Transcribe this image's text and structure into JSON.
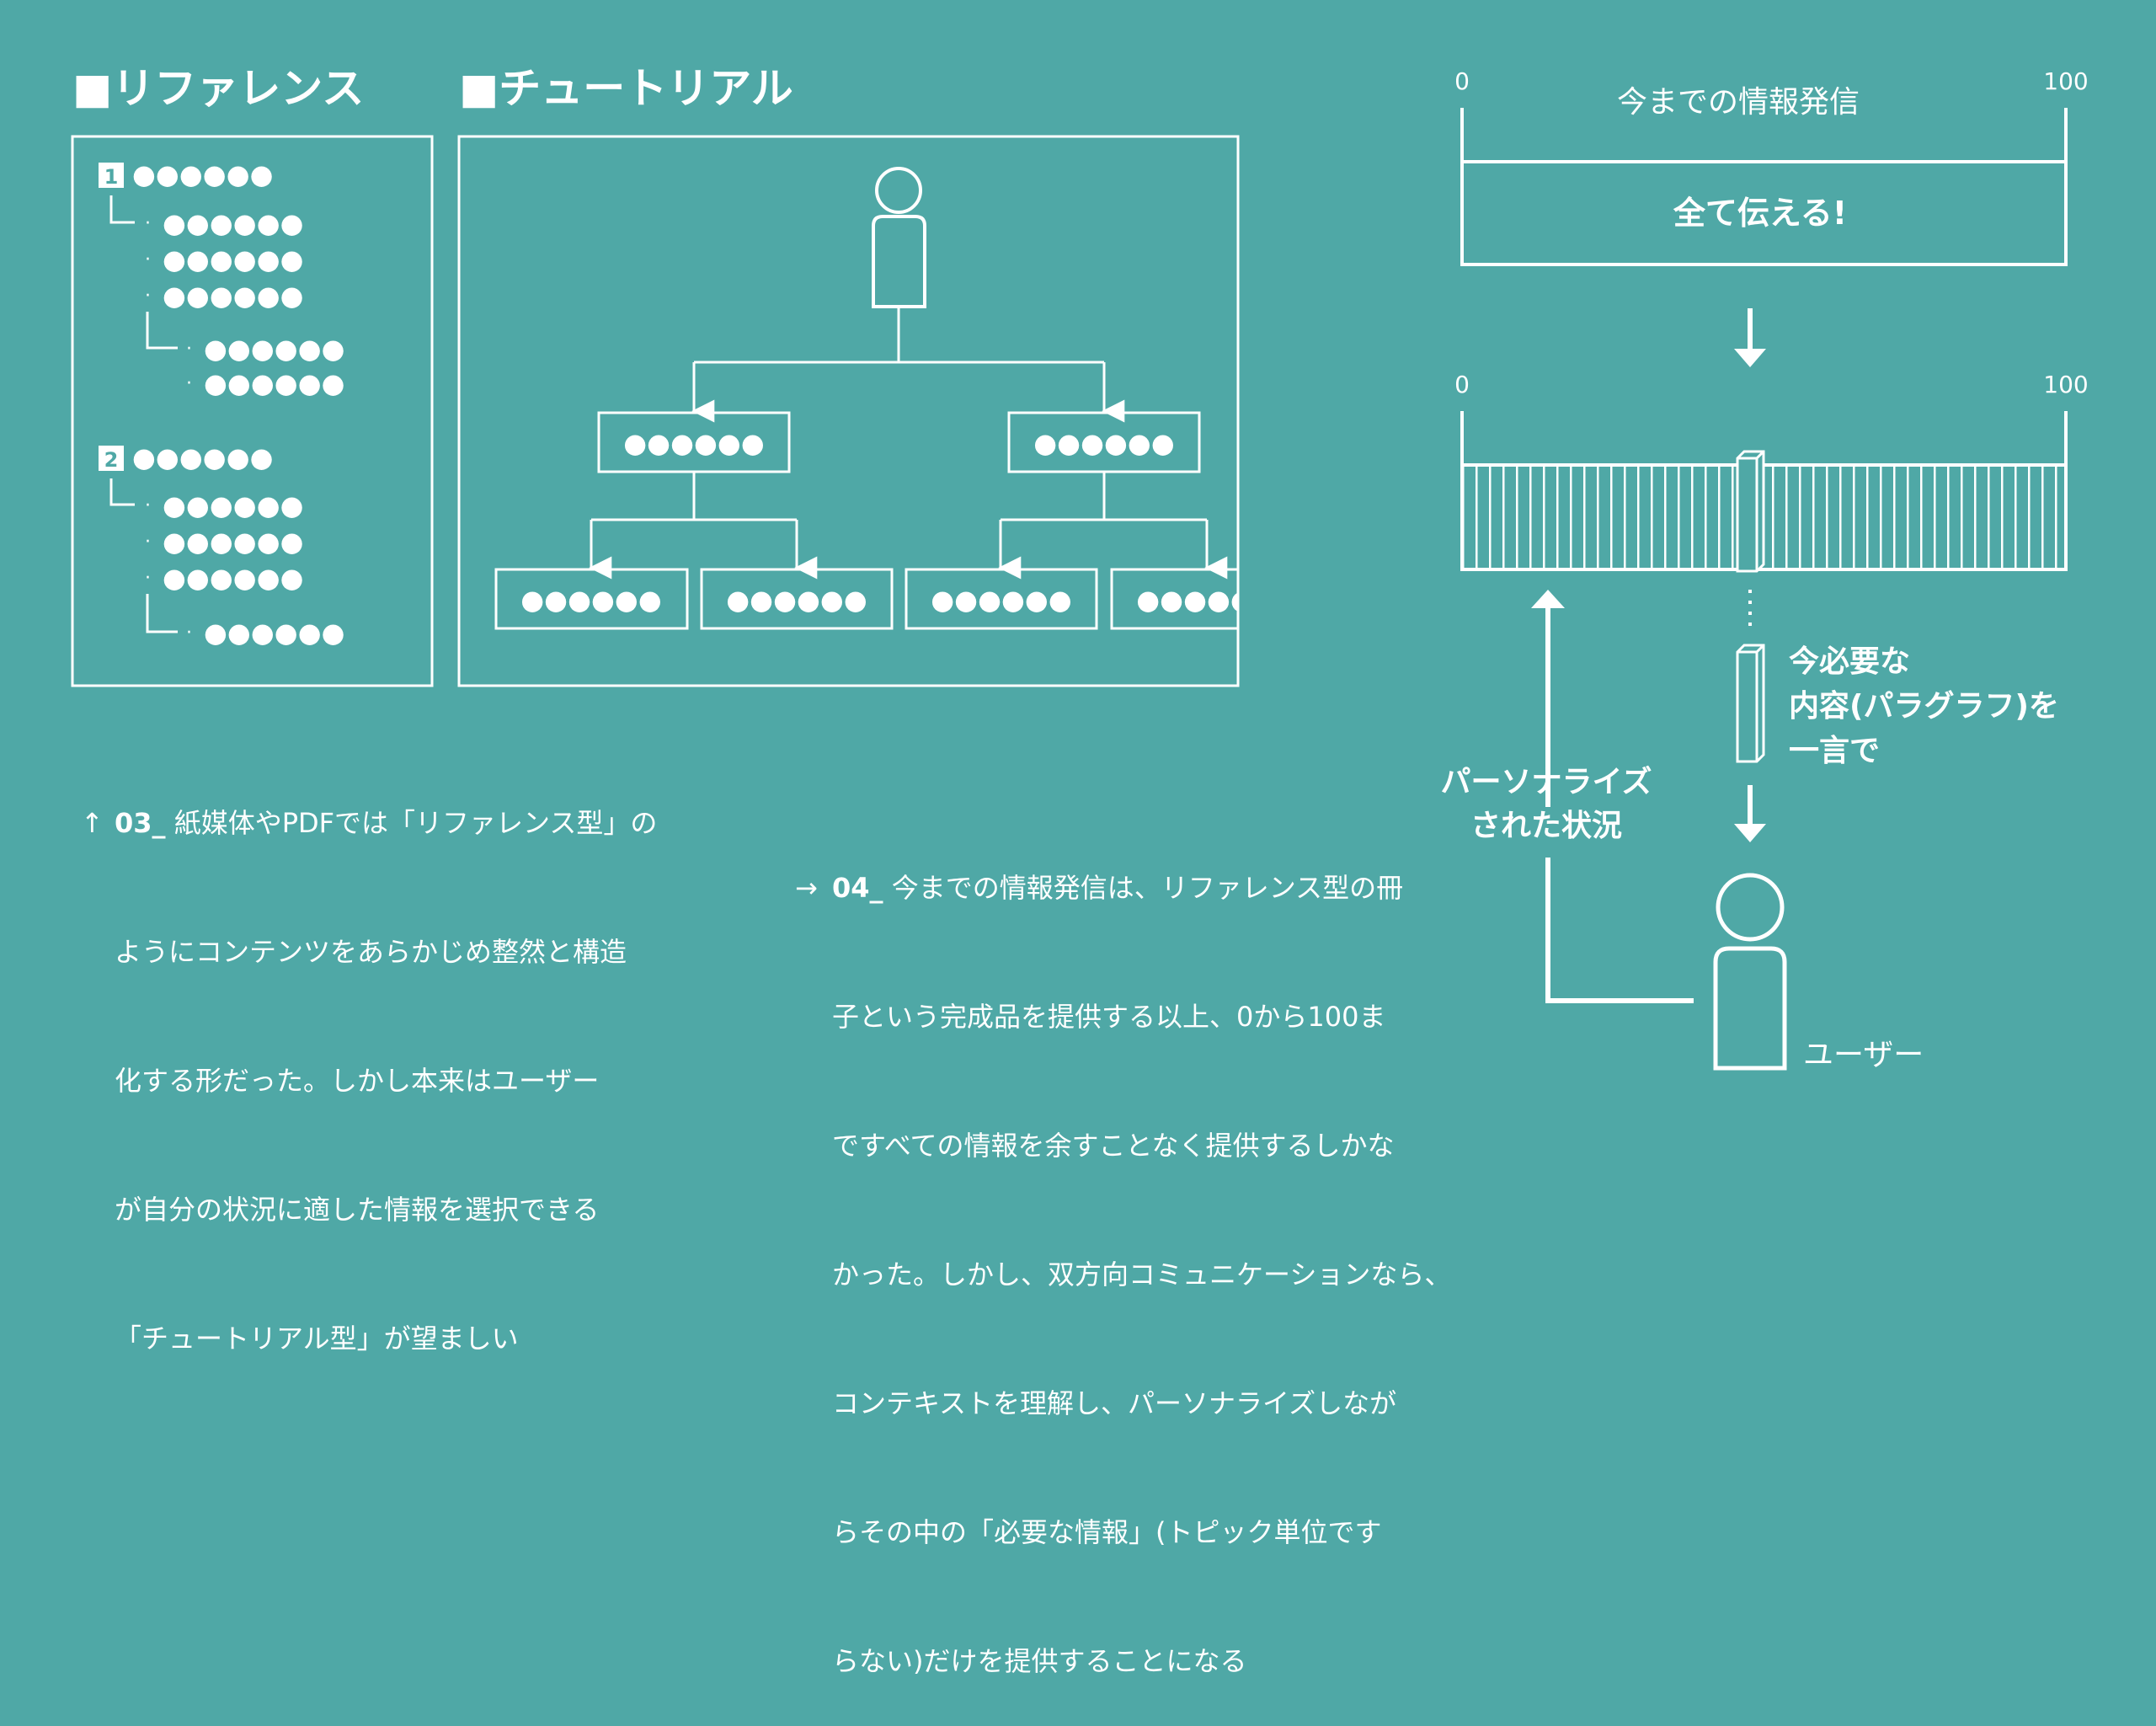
{
  "sections": {
    "reference": {
      "title": "■リファレンス",
      "group1_num": "1",
      "group2_num": "2"
    },
    "tutorial": {
      "title": "■チュートリアル"
    }
  },
  "placeholder": "●●●●●●",
  "scale_top": {
    "min": "0",
    "max": "100",
    "title": "今までの情報発信",
    "bar_label": "全て伝える!"
  },
  "scale_bottom": {
    "min": "0",
    "max": "100"
  },
  "labels": {
    "needed": [
      "今必要な",
      "内容(パラグラフ)を",
      "一言で"
    ],
    "personalized": [
      "パーソナライズ",
      "された状況"
    ],
    "user": "ユーザー"
  },
  "captions": {
    "c03": {
      "arrow": "↑",
      "number": "03_",
      "lines": [
        "紙媒体やPDFでは「リファレンス型」の",
        "ようにコンテンツをあらかじめ整然と構造",
        "化する形だった。しかし本来はユーザー",
        "が自分の状況に適した情報を選択できる",
        "「チュートリアル型」が望ましい"
      ]
    },
    "c04": {
      "arrow": "→",
      "number": "04_",
      "lines": [
        "今までの情報発信は、リファレンス型の冊",
        "子という完成品を提供する以上、0から100ま",
        "ですべての情報を余すことなく提供するしかな",
        "かった。しかし、双方向コミュニケーションなら、",
        "コンテキストを理解し、パーソナライズしなが",
        "らその中の「必要な情報」(トピック単位です",
        "らない)だけを提供することになる"
      ]
    }
  }
}
